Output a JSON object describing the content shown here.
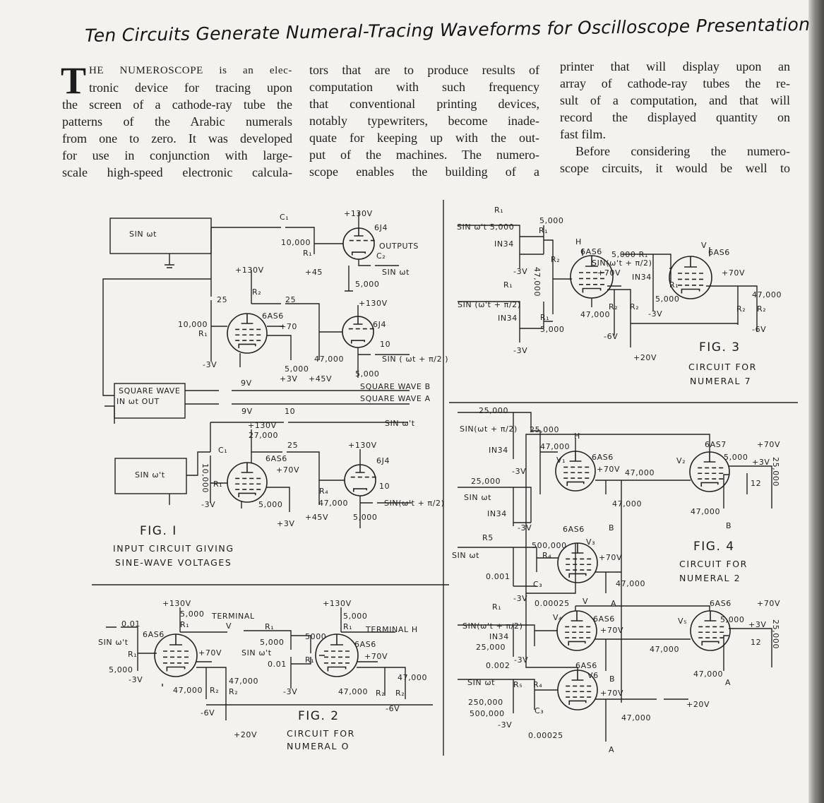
{
  "title": "Ten Circuits Generate Numeral-Tracing Waveforms for Oscilloscope Presentation",
  "body": {
    "drop_cap": "T",
    "columns": [
      {
        "lines": [
          "HE NUMEROSCOPE is an elec-",
          "tronic device for tracing upon",
          "the screen of a cathode-ray tube the",
          "patterns of the Arabic numerals",
          "from one to zero. It was developed",
          "for use in conjunction with large-",
          "scale high-speed electronic calcula-"
        ]
      },
      {
        "lines": [
          "tors that are to produce results of",
          "computation with such frequency",
          "that conventional printing devices,",
          "notably typewriters, become inade-",
          "quate for keeping up with the out-",
          "put of the machines. The numero-",
          "scope enables the building of a"
        ]
      },
      {
        "lines": [
          "printer that will display upon an",
          "array of cathode-ray tubes the re-",
          "sult of a computation, and that will",
          "record the displayed quantity on",
          "fast film.",
          "Before considering the numero-",
          "scope circuits, it would be well to"
        ]
      }
    ]
  },
  "figures": {
    "fig1": {
      "number": "FIG. I",
      "caption": [
        "INPUT CIRCUIT GIVING",
        "SINE-WAVE VOLTAGES"
      ],
      "labels": [
        "SIN ωt",
        "C₁",
        "+130V",
        "6J4",
        "10,000",
        "R₁",
        "OUTPUTS",
        "C₂",
        "+45",
        "SIN ωt",
        "+130V",
        "R₂",
        "5,000",
        "25",
        "25",
        "+130V",
        "6AS6",
        "10,000",
        "R₁",
        "+70",
        "6J4",
        "10",
        "-3V",
        "5,000",
        "47,000",
        "SIN ( ωt + π/2 )",
        "+3V",
        "+45V",
        "5,000",
        "9V",
        "SQUARE WAVE B",
        "SQUARE WAVE A",
        "SQUARE   WAVE",
        "IN     ωt     OUT",
        "9V",
        "10",
        "+130V",
        "SIN ω't",
        "27,000",
        "C₁",
        "25",
        "+130V",
        "6AS6",
        "6J4",
        "+70V",
        "SIN ω't",
        "10,000",
        "R₁",
        "10",
        "R₄",
        "-3V",
        "5,000",
        "47,000",
        "SIN(ω't + π/2)",
        "+45V",
        "5,000",
        "+3V"
      ]
    },
    "fig2": {
      "number": "FIG. 2",
      "caption": [
        "CIRCUIT FOR",
        "NUMERAL O"
      ],
      "labels": [
        "+130V",
        "5,000",
        "R₁",
        "TERMINAL",
        "V",
        "0.01",
        "SIN ω't",
        "6AS6",
        "R₁",
        "+70V",
        "5,000",
        "-3V",
        "47,000",
        "R₂",
        "47,000",
        "R₂",
        "-6V",
        "+20V",
        "+130V",
        "5,000",
        "R₁",
        "TERMINAL H",
        "R₁",
        "5,000",
        "5000",
        "6AS6",
        "SIN ω't",
        "+70V",
        "0.01",
        "R₁",
        "-3V",
        "47,000",
        "R₂",
        "47,000",
        "R₂",
        "-6V"
      ]
    },
    "fig3": {
      "number": "FIG. 3",
      "caption": [
        "CIRCUIT FOR",
        "NUMERAL 7"
      ],
      "labels": [
        "R₁",
        "SIN ω't 5,000",
        "5,000",
        "R₁",
        "IN34",
        "H",
        "6AS6",
        "5,000 R₁",
        "SIN(ω't + π/2)",
        "V",
        "6AS6",
        "+70V",
        "-3V",
        "IN34",
        "+70V",
        "R₂",
        "47,000",
        "R₁",
        "R₁",
        "5,000",
        "47,000",
        "SIN (ω't + π/2)",
        "IN34",
        "R₁",
        "47,000",
        "R₂",
        "R₂",
        "-3V",
        "R₂",
        "R₂",
        "5,000",
        "-6V",
        "-6V",
        "-3V",
        "+20V"
      ]
    },
    "fig4": {
      "number": "FIG. 4",
      "caption": [
        "CIRCUIT FOR",
        "NUMERAL 2"
      ],
      "labels": [
        "25,000",
        "SIN(ωt + π/2)",
        "25,000",
        "H",
        "IN34",
        "47,000",
        "6AS7",
        "+70V",
        "V₁",
        "6AS6",
        "V₂",
        "5,000",
        "+3V",
        "25,000",
        "-3V",
        "+70V",
        "47,000",
        "25,000",
        "SIN ωt",
        "12",
        "IN34",
        "47,000",
        "47,000",
        "-3V",
        "B",
        "B",
        "6AS6",
        "R5",
        "500,000",
        "V₃",
        "SIN ωt",
        "R₄",
        "+70V",
        "0.001",
        "47,000",
        "C₃",
        "-3V",
        "0.00025",
        "V",
        "A",
        "6AS6",
        "+70V",
        "R₁",
        "V₄",
        "6AS6",
        "V₅",
        "5,000",
        "+3V",
        "25,000",
        "SIN(ω't + π/2)",
        "+70V",
        "IN34",
        "12",
        "25,000",
        "47,000",
        "-3V",
        "0.002",
        "6AS6",
        "V6",
        "47,000",
        "SIN ωt",
        "R₅",
        "R₄",
        "B",
        "A",
        "+70V",
        "250,000",
        "+20V",
        "500,000",
        "C₃",
        "47,000",
        "-3V",
        "0.00025",
        "A"
      ]
    }
  }
}
